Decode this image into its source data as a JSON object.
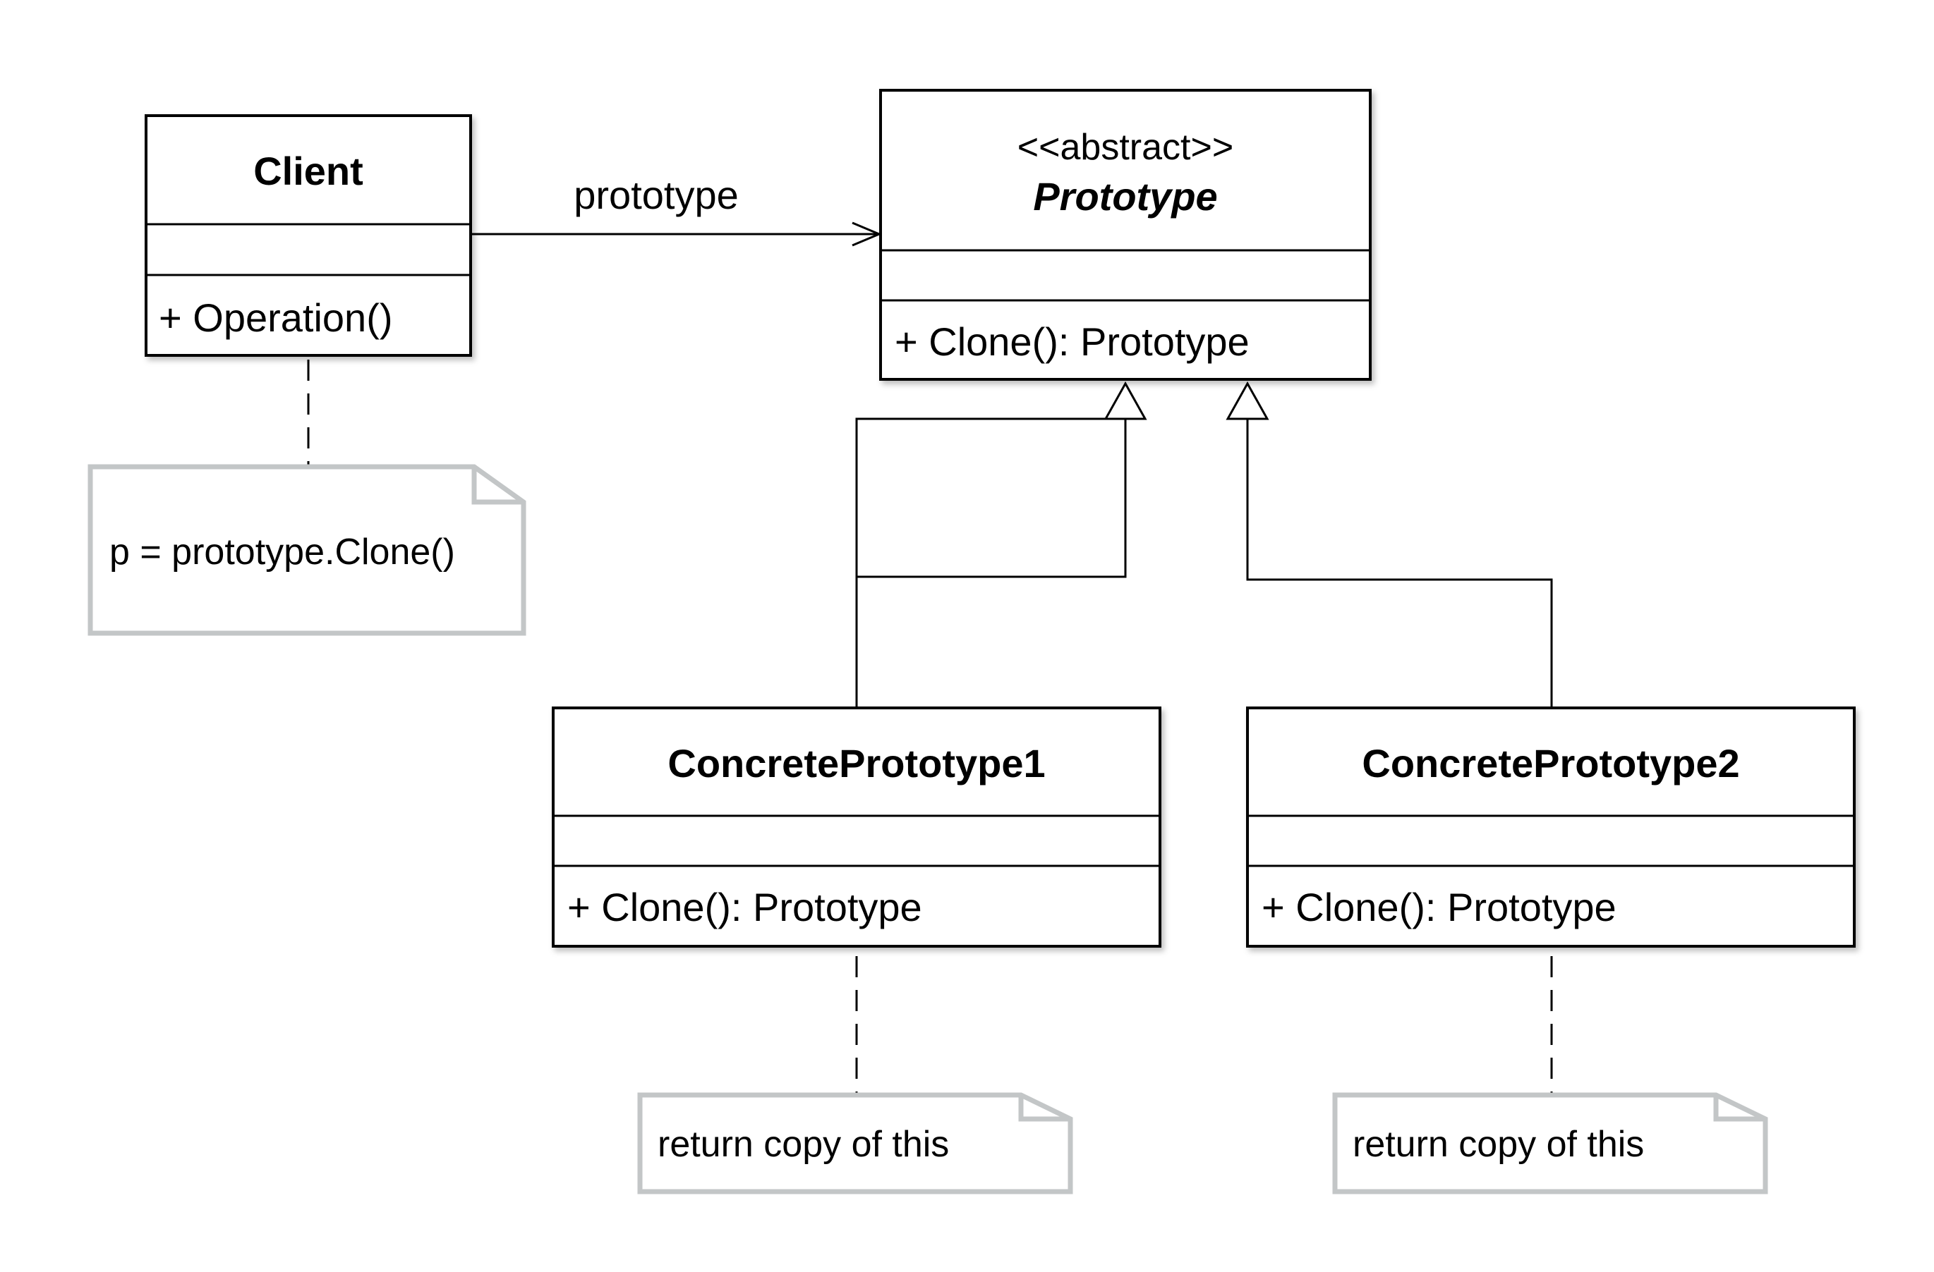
{
  "classes": {
    "client": {
      "name": "Client",
      "operation": "+ Operation()"
    },
    "prototype": {
      "stereotype": "<<abstract>>",
      "name": "Prototype",
      "operation": "+ Clone(): Prototype"
    },
    "concrete1": {
      "name": "ConcretePrototype1",
      "operation": "+ Clone(): Prototype"
    },
    "concrete2": {
      "name": "ConcretePrototype2",
      "operation": "+ Clone(): Prototype"
    }
  },
  "association": {
    "label": "prototype"
  },
  "notes": {
    "client_note": "p = prototype.Clone()",
    "concrete1_note": "return copy of this",
    "concrete2_note": "return copy of this"
  }
}
